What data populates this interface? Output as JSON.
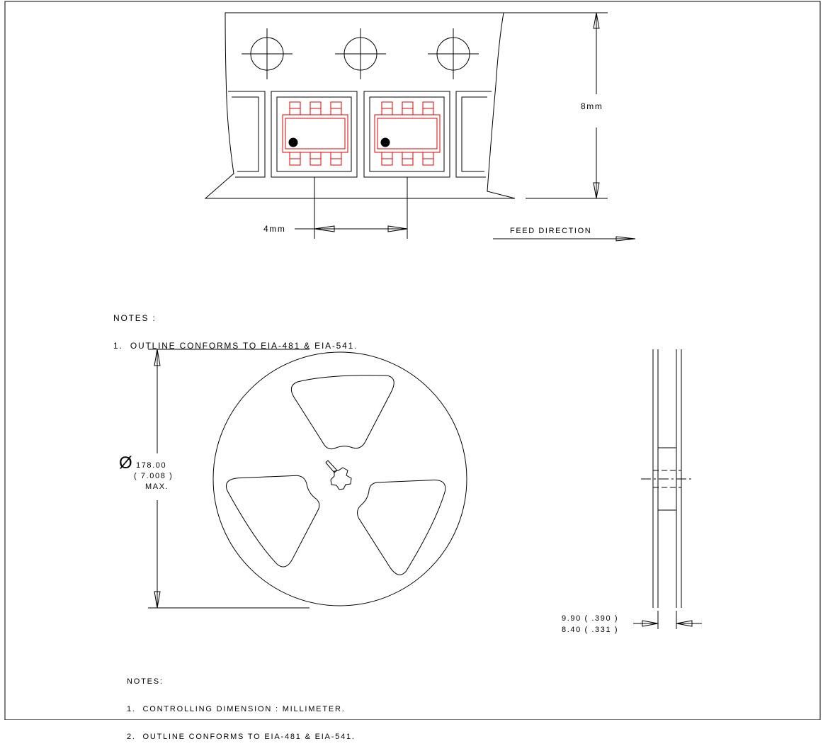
{
  "tape": {
    "pitch_label": "4mm",
    "width_label": "8mm",
    "feed_label": "FEED DIRECTION"
  },
  "tape_notes": {
    "heading": "NOTES :",
    "items": [
      "1.  OUTLINE CONFORMS TO EIA-481 & EIA-541."
    ]
  },
  "reel": {
    "diameter_symbol": "Ø",
    "diameter_value": "178.00",
    "diameter_inch": "( 7.008 )",
    "diameter_max": "MAX.",
    "width_max": "9.90 ( .390 )",
    "width_min": "8.40 ( .331 )"
  },
  "reel_notes": {
    "heading": "NOTES:",
    "items": [
      "1.  CONTROLLING DIMENSION : MILLIMETER.",
      "2.  OUTLINE CONFORMS TO EIA-481 & EIA-541."
    ]
  },
  "colors": {
    "line": "#000000",
    "component": "#e00000",
    "paper": "#ffffff"
  }
}
